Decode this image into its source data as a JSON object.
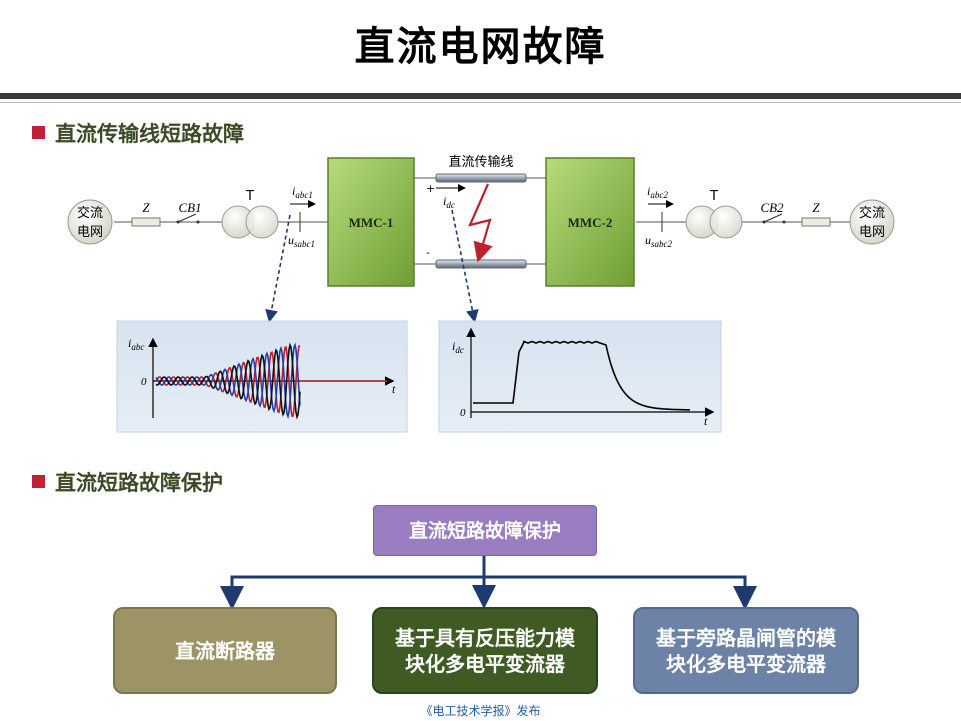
{
  "title": "直流电网故障",
  "section1": "直流传输线短路故障",
  "section2": "直流短路故障保护",
  "circuit": {
    "source_left_line1": "交流",
    "source_left_line2": "电网",
    "source_right_line1": "交流",
    "source_right_line2": "电网",
    "impedance_left": "Z",
    "impedance_right": "Z",
    "breaker_left": "CB1",
    "breaker_right": "CB2",
    "transformer_left": "T",
    "transformer_right": "T",
    "converter_left": "MMC-1",
    "converter_right": "MMC-2",
    "line_label": "直流传输线",
    "current_left_main": "i",
    "current_left_sub": "abc1",
    "voltage_left_main": "u",
    "voltage_left_sub": "sabc1",
    "current_right_main": "i",
    "current_right_sub": "abc2",
    "voltage_right_main": "u",
    "voltage_right_sub": "sabc2",
    "dc_current_main": "i",
    "dc_current_sub": "dc",
    "plus_sign": "+",
    "minus_sign": "-"
  },
  "plot_left": {
    "ylabel_main": "i",
    "ylabel_sub": "abc",
    "zero_label": "0",
    "xlabel": "t"
  },
  "plot_right": {
    "ylabel_main": "i",
    "ylabel_sub": "dc",
    "zero_label": "0",
    "xlabel": "t"
  },
  "tree": {
    "root": "直流短路故障保护",
    "leaf1": "直流断路器",
    "leaf2_line1": "基于具有反压能力模",
    "leaf2_line2": "块化多电平变流器",
    "leaf3_line1": "基于旁路晶闸管的模",
    "leaf3_line2": "块化多电平变流器"
  },
  "footer": "《电工技术学报》发布",
  "colors": {
    "section_text": "#3b4a26",
    "bullet": "#c0213a",
    "mmc_fill": "#8fbf4f",
    "plot_bg": "#dce7f2",
    "root_box": "#9a7cc0",
    "leaf1": "#9d9466",
    "leaf2": "#3f5a23",
    "leaf3": "#6c82a7",
    "connector": "#1f3a6e",
    "fault_arrow": "#c0202a"
  }
}
